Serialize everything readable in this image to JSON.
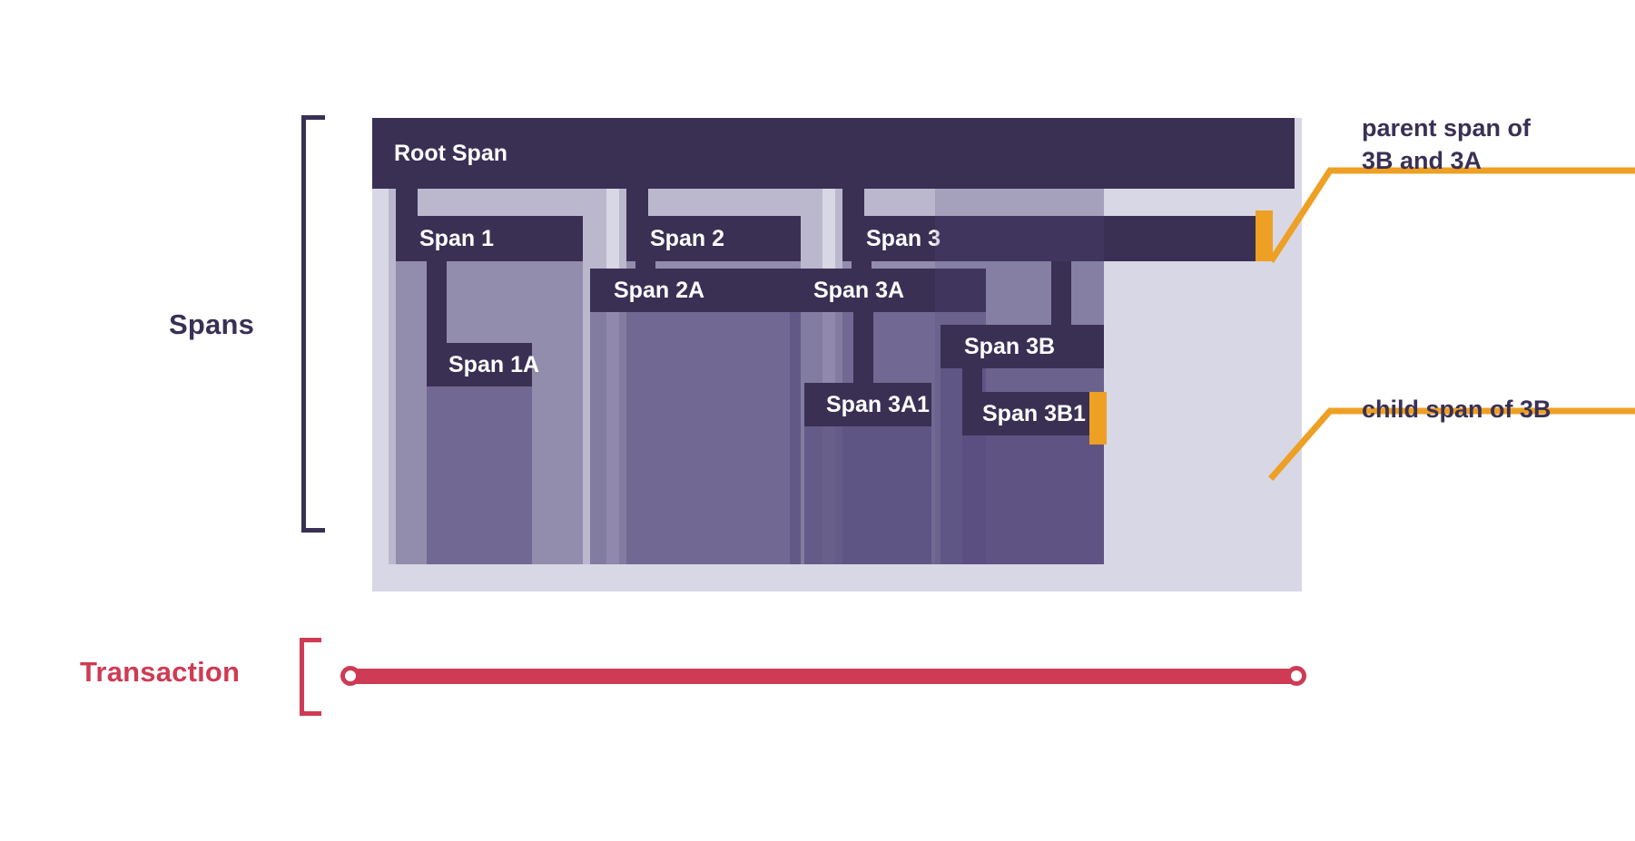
{
  "diagram": {
    "title_spans": "Spans",
    "title_transaction": "Transaction",
    "colors": {
      "span_fill": "#3a3054",
      "canvas_bg": "#d8d7e5",
      "accent_orange": "#eda024",
      "transaction_red": "#cf3b54",
      "label_text": "#3a3054",
      "bar_text": "#ffffff"
    }
  },
  "spans": {
    "root": {
      "label": "Root Span"
    },
    "items": [
      {
        "label": "Span 1"
      },
      {
        "label": "Span 1A"
      },
      {
        "label": "Span 2"
      },
      {
        "label": "Span 2A"
      },
      {
        "label": "Span 3"
      },
      {
        "label": "Span 3A"
      },
      {
        "label": "Span 3A1"
      },
      {
        "label": "Span 3B"
      },
      {
        "label": "Span 3B1"
      }
    ]
  },
  "annotations": [
    {
      "id": "parent-note",
      "line1": "parent span of",
      "line2": "3B and 3A"
    },
    {
      "id": "child-note",
      "line1": "child span of 3B",
      "line2": ""
    }
  ]
}
